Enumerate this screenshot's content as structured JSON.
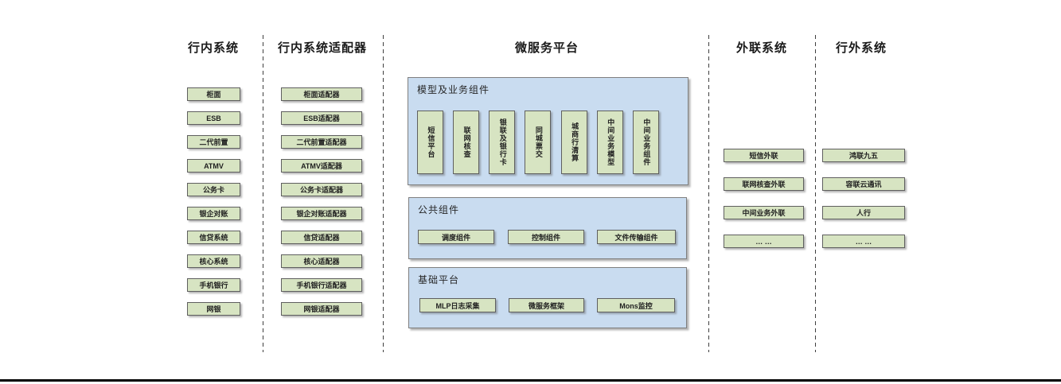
{
  "diagram": {
    "colors": {
      "node_fill": "#d7e4c2",
      "node_border": "#5f5f5f",
      "panel_fill": "#c9dcf0",
      "panel_border": "#7f7f7f",
      "separator": "#3f3f3f",
      "bottom_rule": "#000000"
    },
    "inbank": {
      "title": "行内系统",
      "items": [
        "柜面",
        "ESB",
        "二代前置",
        "ATMV",
        "公务卡",
        "银企对账",
        "信贷系统",
        "核心系统",
        "手机银行",
        "网银"
      ]
    },
    "adapters": {
      "title": "行内系统适配器",
      "items": [
        "柜面适配器",
        "ESB适配器",
        "二代前置适配器",
        "ATMV适配器",
        "公务卡适配器",
        "银企对账适配器",
        "信贷适配器",
        "核心适配器",
        "手机银行适配器",
        "网银适配器"
      ]
    },
    "platform": {
      "title": "微服务平台",
      "model_panel": {
        "label": "模型及业务组件",
        "items": [
          "短信平台",
          "联网核查",
          "银联及银行卡",
          "同城票交",
          "城商行清算",
          "中间业务模型",
          "中间业务组件"
        ]
      },
      "common_panel": {
        "label": "公共组件",
        "items": [
          "调度组件",
          "控制组件",
          "文件传输组件"
        ]
      },
      "base_panel": {
        "label": "基础平台",
        "items": [
          "MLP日志采集",
          "微服务框架",
          "Mons监控"
        ]
      }
    },
    "external_link": {
      "title": "外联系统",
      "items": [
        "短信外联",
        "联网核查外联",
        "中间业务外联",
        "… …"
      ]
    },
    "outside": {
      "title": "行外系统",
      "items": [
        "鸿联九五",
        "容联云通讯",
        "人行",
        "… …"
      ]
    }
  }
}
